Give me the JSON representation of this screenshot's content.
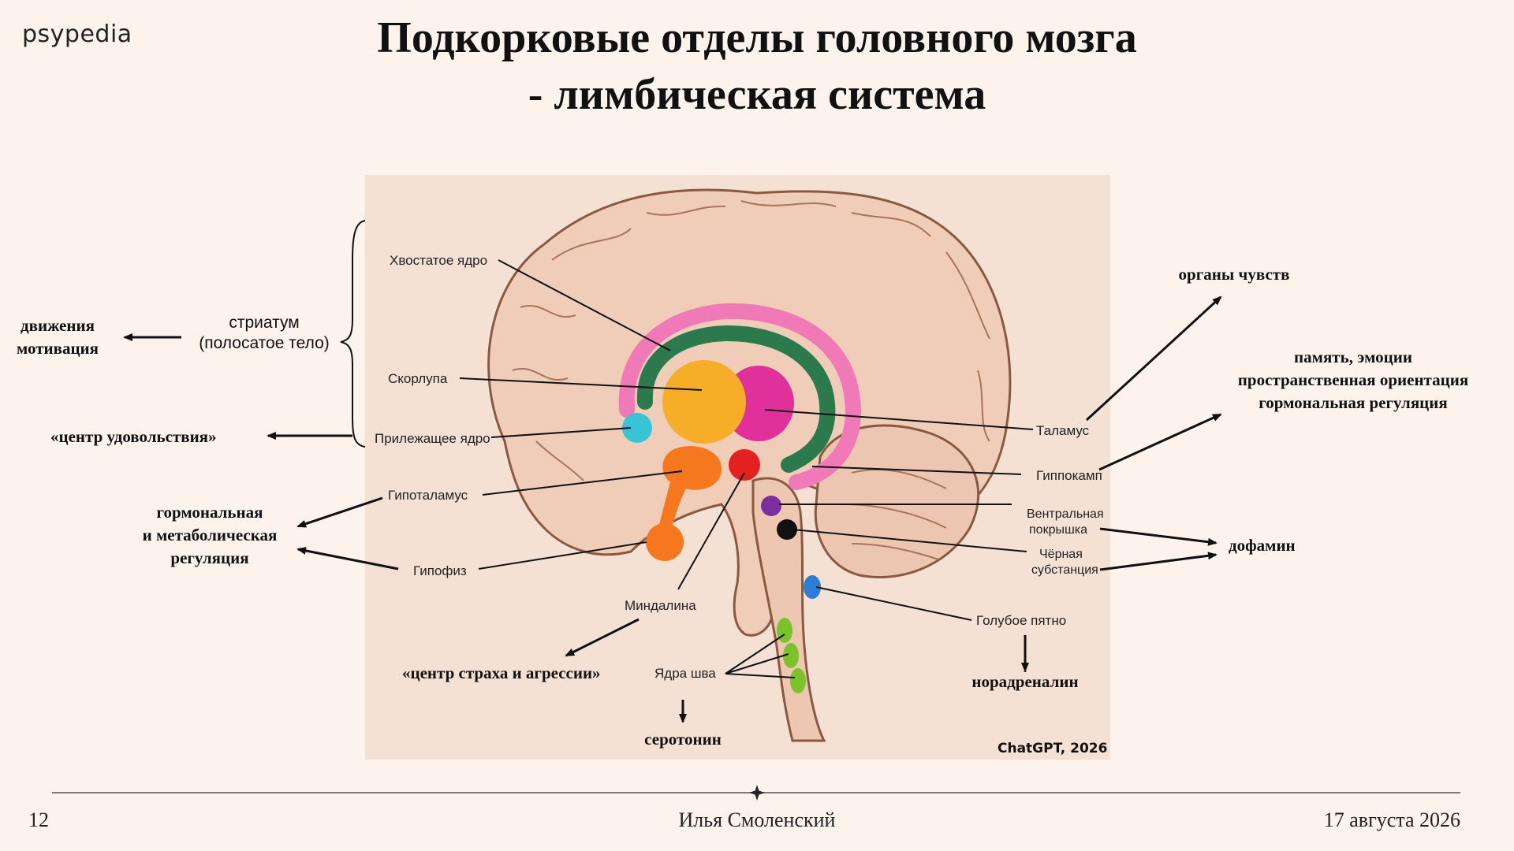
{
  "logo": "psypedia",
  "title": {
    "line1": "Подкорковые отделы головного мозга",
    "line2": "- лимбическая система"
  },
  "colors": {
    "background": "#fcf3ed",
    "panel": "#f5e1d4",
    "brain": "#efcdb8",
    "caudate": "#f07ab8",
    "hippocampus_green": "#2a7a4e",
    "putamen": "#f6ae28",
    "thalamus": "#e0309a",
    "accumbens": "#36c4d6",
    "hypothalamus": "#f6781e",
    "amygdala": "#e42020",
    "vta": "#7a2fa0",
    "substantia_nigra": "#111111",
    "locus_coeruleus": "#2a7fd4",
    "raphe": "#7ac42a"
  },
  "diagram": {
    "labels": {
      "caudate": "Хвостатое ядро",
      "putamen": "Скорлупа",
      "accumbens": "Прилежащее ядро",
      "hypothalamus": "Гипоталамус",
      "pituitary": "Гипофиз",
      "amygdala": "Миндалина",
      "raphe": "Ядра шва",
      "thalamus": "Таламус",
      "hippocampus": "Гиппокамп",
      "vta_line1": "Вентральная",
      "vta_line2": "покрышка",
      "sn_line1": "Чёрная",
      "sn_line2": "субстанция",
      "locus": "Голубое пятно"
    },
    "credit": "ChatGPT, 2026"
  },
  "annotations": {
    "striatum_line1": "стриатум",
    "striatum_line2": "(полосатое тело)",
    "movement_line1": "движения",
    "movement_line2": "мотивация",
    "pleasure": "«центр удовольствия»",
    "hormonal_line1": "гормональная",
    "hormonal_line2": "и метаболическая",
    "hormonal_line3": "регуляция",
    "fear": "«центр страха и агрессии»",
    "serotonin": "серотонин",
    "norepinephrine": "норадреналин",
    "dopamine": "дофамин",
    "senses": "органы чувств",
    "memory_line1": "память, эмоции",
    "memory_line2": "пространственная ориентация",
    "memory_line3": "гормональная регуляция"
  },
  "footer": {
    "page": "12",
    "author": "Илья Смоленский",
    "date": "17 августа 2026",
    "divider_icon": "star-icon"
  }
}
